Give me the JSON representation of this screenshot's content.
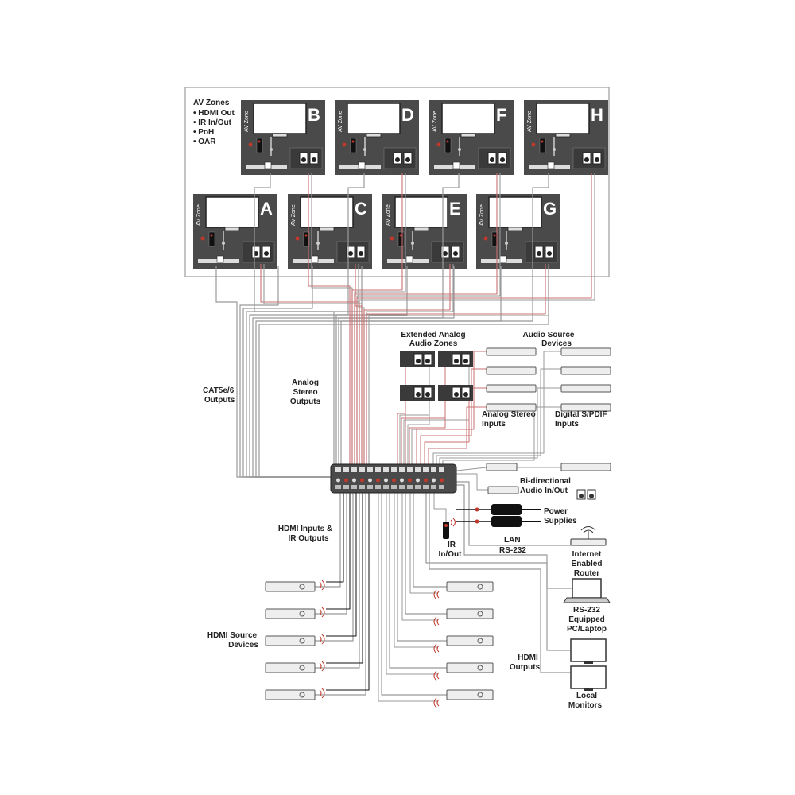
{
  "av_zone_info": {
    "title": "AV Zones",
    "features": [
      "HDMI Out",
      "IR In/Out",
      "PoH",
      "OAR"
    ]
  },
  "zones": [
    {
      "letter": "B",
      "row": "top"
    },
    {
      "letter": "D",
      "row": "top"
    },
    {
      "letter": "F",
      "row": "top"
    },
    {
      "letter": "H",
      "row": "top"
    },
    {
      "letter": "A",
      "row": "bottom"
    },
    {
      "letter": "C",
      "row": "bottom"
    },
    {
      "letter": "E",
      "row": "bottom"
    },
    {
      "letter": "G",
      "row": "bottom"
    }
  ],
  "zone_badge": "AV Zone",
  "labels": {
    "cat5": [
      "CAT5e/6",
      "Outputs"
    ],
    "analog_stereo_outputs": [
      "Analog",
      "Stereo",
      "Outputs"
    ],
    "extended_analog": [
      "Extended Analog",
      "Audio Zones"
    ],
    "audio_source_devices": [
      "Audio Source",
      "Devices"
    ],
    "analog_stereo_inputs": [
      "Analog Stereo",
      "Inputs"
    ],
    "digital_spdif": [
      "Digital S/PDIF",
      "Inputs"
    ],
    "bidirectional": [
      "Bi-directional",
      "Audio In/Out"
    ],
    "power_supplies": [
      "Power",
      "Supplies"
    ],
    "lan": "LAN",
    "rs232": "RS-232",
    "router": [
      "Internet",
      "Enabled",
      "Router"
    ],
    "pc": [
      "RS-232",
      "Equipped",
      "PC/Laptop"
    ],
    "hdmi_inputs_ir": [
      "HDMI Inputs &",
      "IR Outputs"
    ],
    "ir_inout": [
      "IR",
      "In/Out"
    ],
    "hdmi_source_devices": [
      "HDMI Source",
      "Devices"
    ],
    "hdmi_outputs": [
      "HDMI",
      "Outputs"
    ],
    "local_monitors": [
      "Local",
      "Monitors"
    ]
  }
}
